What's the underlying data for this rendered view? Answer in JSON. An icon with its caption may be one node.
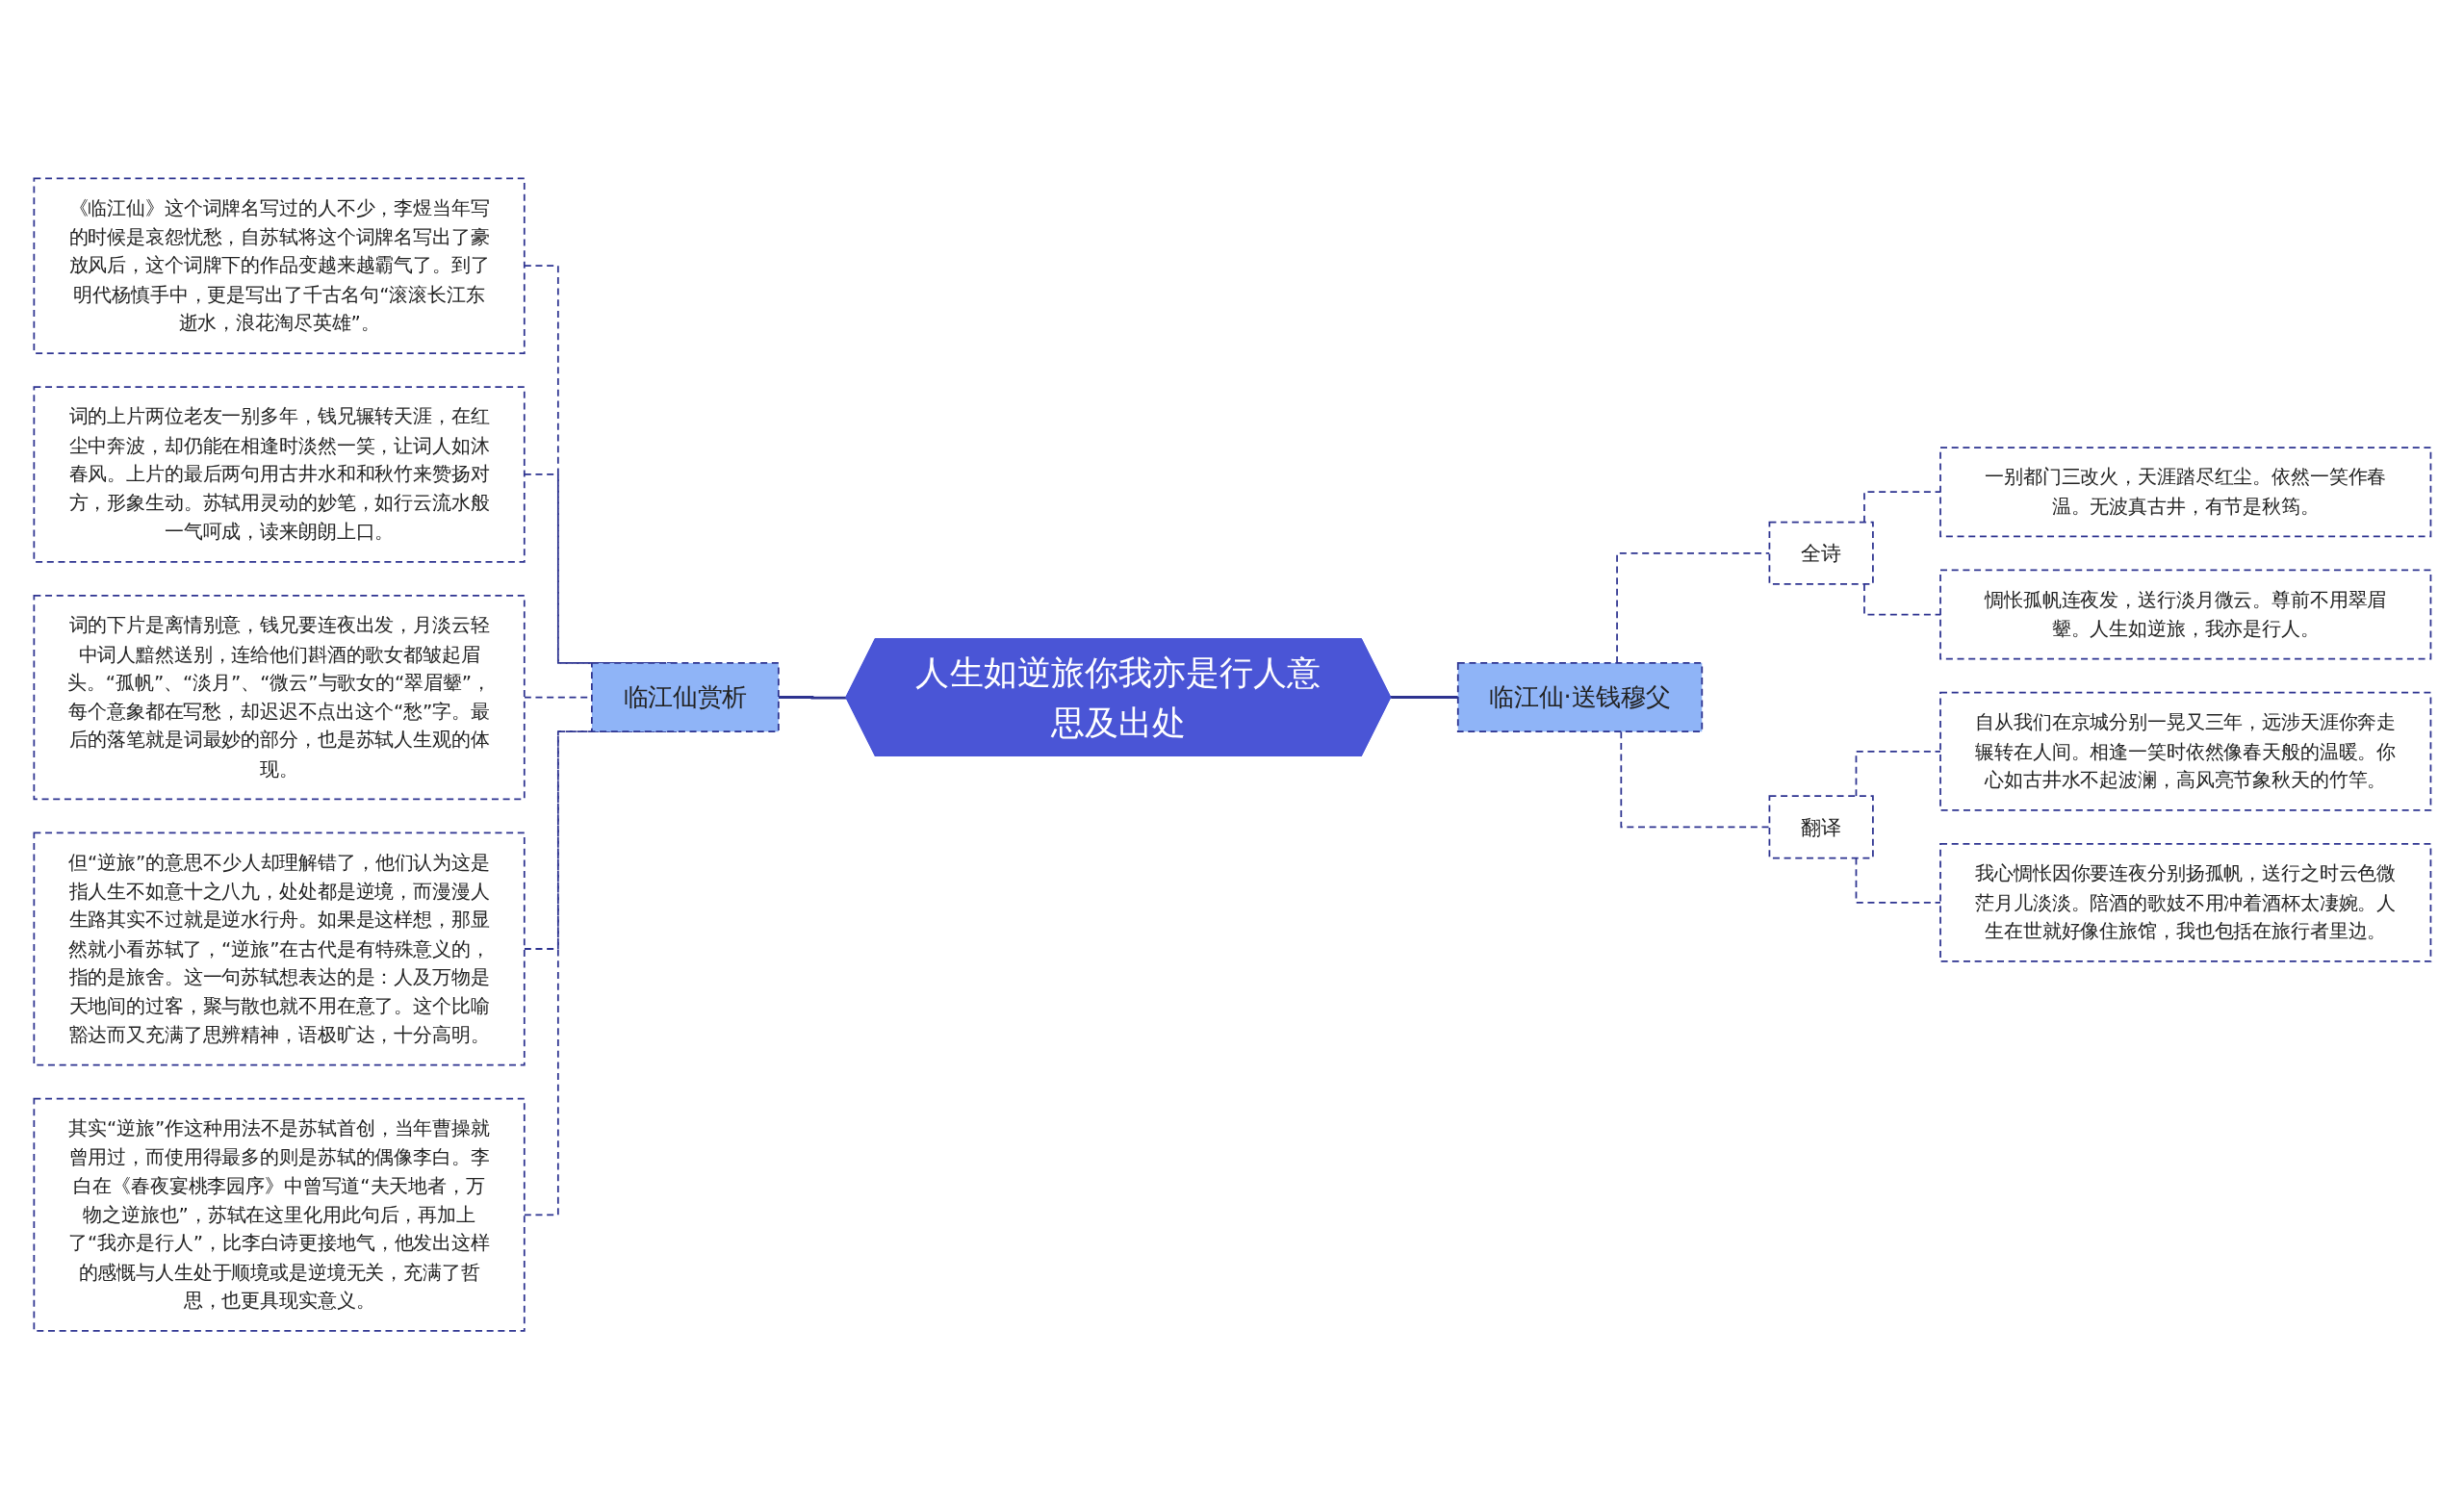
{
  "diagram": {
    "nodes": [
      {
        "text": [
          "人生如逆旅你我亦是行人意思及出处"
        ]
      },
      {
        "text": [
          "临江仙赏析"
        ]
      },
      {
        "text": [
          "《临江仙》这个词牌名写过的人不少，李煜当年写的时候是哀怨忧愁，自苏轼将这个词牌名写出了豪放风后，这个词牌下的作品变越来越霸气了。到了明代杨慎手中，更是写出了千古名句“滚滚长江东逝水，浪花淘尽英雄”。"
        ]
      },
      {
        "text": [
          "词的上片两位老友一别多年，钱兄辗转天涯，在红尘中奔波，却仍能在相逢时淡然一笑，让词人如沐春风。上片的最后两句用古井水和和秋竹来赞扬对方，形象生动。苏轼用灵动的妙笔，如行云流水般一气呵成，读来朗朗上口。"
        ]
      },
      {
        "text": [
          "词的下片是离情别意，钱兄要连夜出发，月淡云轻中词人黯然送别，连给他们斟酒的歌女都皱起眉头。“孤帆”、“淡月”、“微云”与歌女的“翠眉颦”，每个意象都在写愁，却迟迟不点出这个“愁”字。最后的落笔就是词最妙的部分，也是苏轼人生观的体现。"
        ]
      },
      {
        "text": [
          "但“逆旅”的意思不少人却理解错了，他们认为这是指人生不如意十之八九，处处都是逆境，而漫漫人生路其实不过就是逆水行舟。如果是这样想，那显然就小看苏轼了，“逆旅”在古代是有特殊意义的，指的是旅舍。这一句苏轼想表达的是：人及万物是天地间的过客，聚与散也就不用在意了。这个比喻豁达而又充满了思辨精神，语极旷达，十分高明。"
        ]
      },
      {
        "text": [
          "其实“逆旅”作这种用法不是苏轼首创，当年曹操就曾用过，而使用得最多的则是苏轼的偶像李白。李白在《春夜宴桃李园序》中曾写道“夫天地者，万物之逆旅也”，苏轼在这里化用此句后，再加上了“我亦是行人”，比李白诗更接地气，他发出这样的感慨与人生处于顺境或是逆境无关，充满了哲思，也更具现实意义。"
        ]
      },
      {
        "text": [
          "临江仙·送钱穆父"
        ]
      },
      {
        "text": [
          "全诗"
        ]
      },
      {
        "text": [
          "一别都门三改火，天涯踏尽红尘。依然一笑作春温。无波真古井，有节是秋筠。"
        ]
      },
      {
        "text": [
          "惆怅孤帆连夜发，送行淡月微云。尊前不用翠眉颦。人生如逆旅，我亦是行人。"
        ]
      },
      {
        "text": [
          "翻译"
        ]
      },
      {
        "text": [
          "自从我们在京城分别一晃又三年，远涉天涯你奔走辗转在人间。相逢一笑时依然像春天般的温暖。你心如古井水不起波澜，高风亮节象秋天的竹竿。"
        ]
      },
      {
        "text": [
          "我心惆怅因你要连夜分别扬孤帆，送行之时云色微茫月儿淡淡。陪酒的歌妓不用冲着酒杯太凄婉。人生在世就好像住旅馆，我也包括在旅行者里边。"
        ]
      }
    ],
    "edges": [
      {
        "from": 1,
        "to": 0,
        "arrow": "none"
      },
      {
        "from": 2,
        "to": 1,
        "arrow": "none",
        "style": "dashed"
      },
      {
        "from": 3,
        "to": 1,
        "arrow": "none",
        "style": "dashed"
      },
      {
        "from": 4,
        "to": 1,
        "arrow": "none",
        "style": "dashed"
      },
      {
        "from": 5,
        "to": 1,
        "arrow": "none",
        "style": "dashed"
      },
      {
        "from": 6,
        "to": 1,
        "arrow": "none",
        "style": "dashed"
      },
      {
        "from": 0,
        "to": 7,
        "arrow": "none"
      },
      {
        "from": 7,
        "to": 8,
        "arrow": "none",
        "style": "dashed"
      },
      {
        "from": 8,
        "to": 9,
        "arrow": "none",
        "style": "dashed"
      },
      {
        "from": 8,
        "to": 10,
        "arrow": "none",
        "style": "dashed"
      },
      {
        "from": 7,
        "to": 11,
        "arrow": "none",
        "style": "dashed"
      },
      {
        "from": 11,
        "to": 12,
        "arrow": "none",
        "style": "dashed"
      },
      {
        "from": 11,
        "to": 13,
        "arrow": "none",
        "style": "dashed"
      }
    ]
  }
}
